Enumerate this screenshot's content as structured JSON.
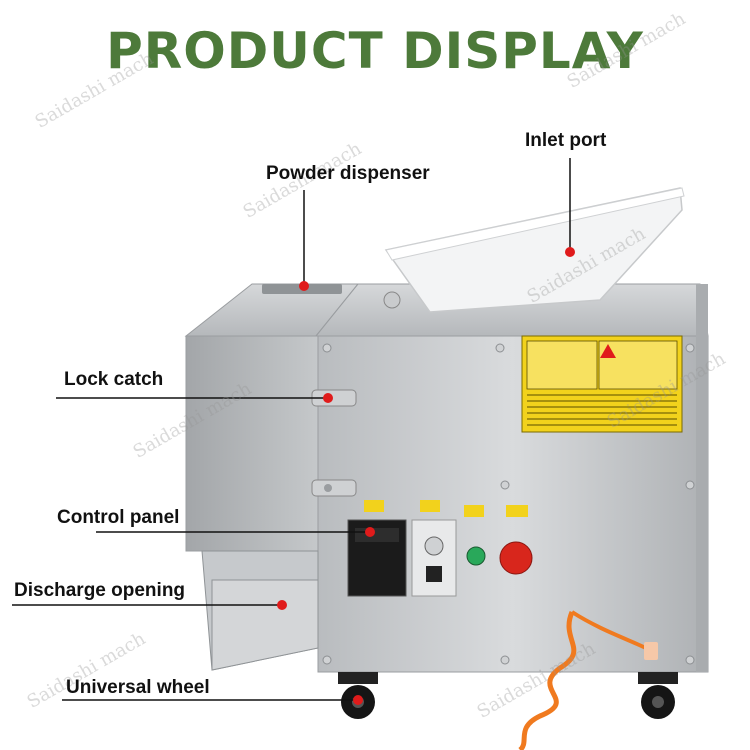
{
  "title": "PRODUCT DISPLAY",
  "colors": {
    "title": "#4d7a3a",
    "pointer_dot": "#e01b1b",
    "leader_line": "#111111"
  },
  "labels": {
    "inlet_port": "Inlet port",
    "powder_dispenser": "Powder dispenser",
    "lock_catch": "Lock catch",
    "control_panel": "Control panel",
    "discharge_opening": "Discharge opening",
    "universal_wheel": "Universal wheel"
  },
  "watermark": "Saidashi mach"
}
